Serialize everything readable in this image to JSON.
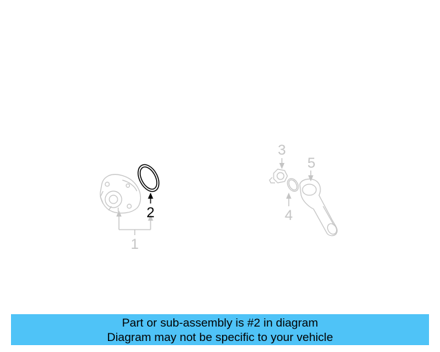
{
  "diagram": {
    "callouts": [
      {
        "id": "1",
        "label": "1",
        "highlighted": false
      },
      {
        "id": "2",
        "label": "2",
        "highlighted": true
      },
      {
        "id": "3",
        "label": "3",
        "highlighted": false
      },
      {
        "id": "4",
        "label": "4",
        "highlighted": false
      },
      {
        "id": "5",
        "label": "5",
        "highlighted": false
      }
    ],
    "colors": {
      "highlight": "#000000",
      "faded": "#c4c4c4",
      "caption_background": "#4fc3f7"
    }
  },
  "caption": {
    "line1": "Part or sub-assembly is #2 in diagram",
    "line2": "Diagram may not be specific to your vehicle"
  }
}
